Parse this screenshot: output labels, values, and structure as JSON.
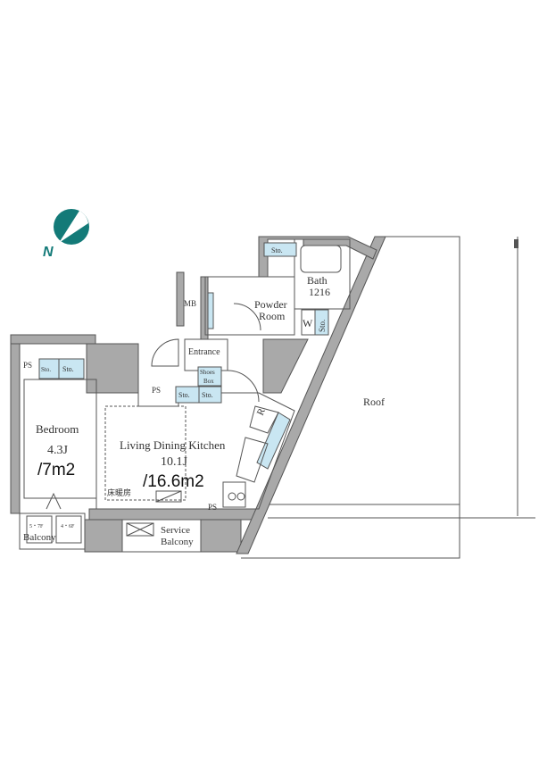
{
  "compass": {
    "label": "N",
    "color": "#137a78"
  },
  "rooms": {
    "bedroom": {
      "name": "Bedroom",
      "size_j": "4.3J",
      "size_m2": "/7m2"
    },
    "ldk": {
      "name": "Living Dining Kitchen",
      "size_j": "10.1J",
      "size_m2": "/16.6m2",
      "floor_heating": "床暖房"
    },
    "entrance": "Entrance",
    "shoes_box": [
      "Shoes",
      "Box"
    ],
    "mb": "MB",
    "powder_room": [
      "Powder",
      "Room"
    ],
    "bath": [
      "Bath",
      "1216"
    ],
    "washer": "W",
    "fridge": "R",
    "roof": "Roof",
    "balcony": "Balcony",
    "balcony_floors": [
      "5・7F",
      "4・6F"
    ],
    "service_balcony": [
      "Service",
      "Balcony"
    ],
    "ps": "PS",
    "sto": "Sto."
  },
  "colors": {
    "wall": "#a9a9a9",
    "storage": "#c9e6f2"
  }
}
